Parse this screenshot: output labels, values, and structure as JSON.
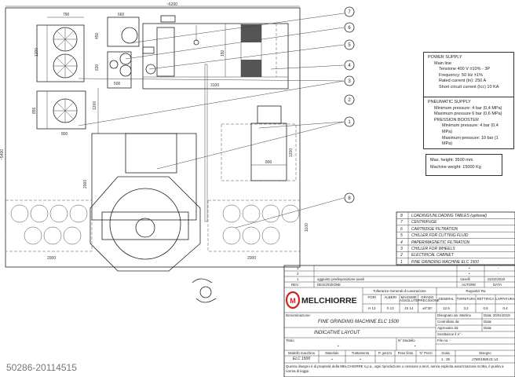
{
  "dimensions": {
    "overall_width": "~6200",
    "chiller_width": "790",
    "pump_width": "660",
    "chiller_height": "1200",
    "pump_height": "450",
    "pump2_height": "630",
    "pump2_width": "500",
    "cabinet_width": "3100",
    "cabinet_depth": "150",
    "chiller2_height": "855",
    "chiller2_width": "800",
    "overall_height": "~5400",
    "gap_vertical": "1200",
    "machine_depth": "2000",
    "cabinet_height": "1200",
    "cabinet_base": "800",
    "table_left": "2000",
    "table_right": "2000",
    "table_height": "1100"
  },
  "balloons": [
    "7",
    "6",
    "5",
    "4",
    "3",
    "2",
    "1",
    "8"
  ],
  "power_supply": {
    "title": "POWER SUPPLY",
    "main_line": "Main line",
    "voltage": "Tensione 400 V ±10% - 3P",
    "frequency": "Frequency: 50 Hz ±1%",
    "rated_current": "Rated current (In): 250 A",
    "short_circuit": "Short circuit current (Icc) 10 KA"
  },
  "pneumatic_supply": {
    "title": "PNEUMATIC SUPPLY",
    "min": "Minimum pressure: 4 bar (0,4 MPa)",
    "max": "Maximum pressure 6 bar (0,6 MPa)",
    "booster_title": "PRESSION BOOSTER",
    "booster_min": "Minimum pressure: 4 bar (0,4 MPa)",
    "booster_max": "Maximum pressure: 10 bar (1 MPa)"
  },
  "machine_specs": {
    "max_height": "Max. height: 3500 mm",
    "weight": "Machine weight: 15000 Kg"
  },
  "legend": [
    {
      "n": "8",
      "label": "LOADING/UNLOADING TABLES (optional)"
    },
    {
      "n": "7",
      "label": "CENTRIFUGE"
    },
    {
      "n": "6",
      "label": "CARTRIDGE FILTRATION"
    },
    {
      "n": "5",
      "label": "CHILLER FOR CUTTING FLUID"
    },
    {
      "n": "4",
      "label": "PAPER/MAGNETIC FILTRATION"
    },
    {
      "n": "3",
      "label": "CHILLER FOR WHEELS"
    },
    {
      "n": "2",
      "label": "ELECTRICAL CABINET"
    },
    {
      "n": "1",
      "label": "FINE GRINDING MACHINE ELC 1500"
    }
  ],
  "revisions": [
    {
      "rev": "3",
      "desc": "-",
      "author": "•",
      "date": "-"
    },
    {
      "rev": "2",
      "desc": "-",
      "author": "•",
      "date": "-"
    },
    {
      "rev": "1",
      "desc": "aggiunto predisposizione tavoli",
      "author": "Vaselli",
      "date": "01/02/2018"
    }
  ],
  "rev_headers": {
    "rev": "REV.",
    "desc": "DESCRIZIONE",
    "author": "AUTORE",
    "date": "DATA"
  },
  "brand": {
    "name": "MELCHIORRE",
    "color": "#d0221c"
  },
  "tolerances": {
    "title": "Tolleranze Generali di Lavorazione",
    "headers": [
      "FORI",
      "ALBERI",
      "MASSIME ASSOLUTE",
      "GRADO PRECISIONE"
    ],
    "values": [
      "H 13",
      "h 13",
      "JS 14",
      "±0°30'"
    ]
  },
  "roughness": {
    "title": "Rugosita' Ra",
    "headers": [
      "GENERAL",
      "TORNITURA",
      "RETTIFICA",
      "LAPPATURA"
    ],
    "values": [
      "12.5",
      "3.2",
      "0.8",
      "0.4"
    ]
  },
  "title_block": {
    "denomination_label": "Denominazione:",
    "title": "FINE GRINDING MACHINE ELC 1500",
    "subtitle": "INDICATIVE LAYOUT",
    "drawn_by": "Disegnato da: Martino",
    "drawn_date": "Data: 20/01/2018",
    "checked_by": "Controllato da:",
    "checked_date": "Data:",
    "approved_by": "Approvato da:",
    "approved_date": "Data:",
    "replaces": "Sostituisce il n° -",
    "file": "File no. -",
    "titolo_label": "Titolo",
    "titolo_value": "•",
    "model_no_label": "N° Modello",
    "model_no_value": "•",
    "table_headers": [
      "Modello macchina",
      "Materiale",
      "Trattamento",
      "P. grezzo",
      "Peso finito",
      "N° Pezzi",
      "Scala",
      "Disegno"
    ],
    "table_values": [
      "ELC 1500",
      "•",
      "•",
      "-",
      "-",
      "-",
      "1 : 25",
      "2780/1808.01 U1"
    ],
    "footer": "Questo disegno è di proprietà della MELCHIORRE s.p.a., ogni riproduzione o cessione a terzi, senza esplicita autorizzazione scritta, è punita a norma di legge."
  },
  "watermark": "50286-20114515"
}
